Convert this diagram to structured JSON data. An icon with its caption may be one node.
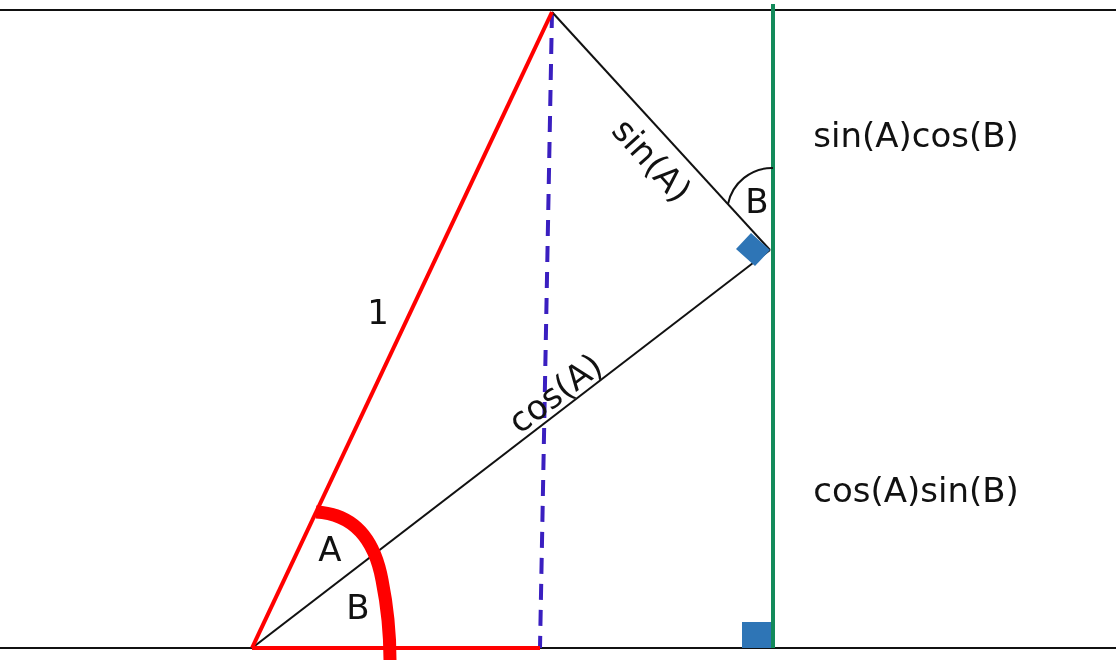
{
  "diagram": {
    "labels": [
      "sin(A)cos(B)",
      "sin(A)",
      "B",
      "1",
      "cos(A)",
      "cos(A)sin(B)",
      "A",
      "B"
    ]
  }
}
